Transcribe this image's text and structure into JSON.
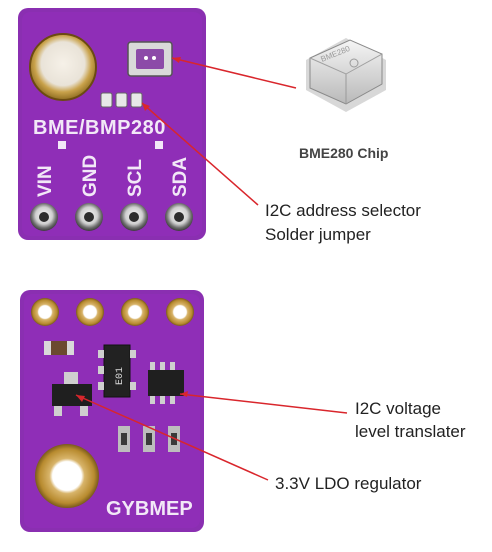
{
  "top_board": {
    "silkscreen_title": "BME/BMP280",
    "pins": [
      "VIN",
      "GND",
      "SCL",
      "SDA"
    ]
  },
  "bottom_board": {
    "silkscreen_title": "GYBMEP",
    "chip_marking": "E01"
  },
  "chip_photo": {
    "caption": "BME280 Chip",
    "engraving": "BME280"
  },
  "annotations": {
    "address_selector_line1": "I2C address selector",
    "address_selector_line2": "Solder jumper",
    "voltage_translator_line1": "I2C voltage",
    "voltage_translator_line2": "level translater",
    "ldo_regulator": "3.3V LDO regulator"
  },
  "colors": {
    "pcb_purple": "#8a2fb1",
    "arrow_red": "#d9262c",
    "silkscreen": "#f2e8f7"
  }
}
